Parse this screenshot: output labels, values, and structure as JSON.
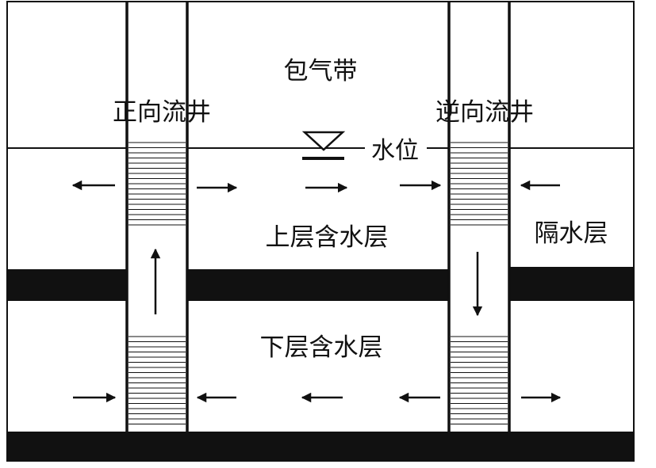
{
  "labels": {
    "vadose_zone": "包气带",
    "forward_well": "正向流井",
    "reverse_well": "逆向流井",
    "water_level": "水位",
    "upper_aquifer": "上层含水层",
    "aquitard": "隔水层",
    "lower_aquifer": "下层含水层"
  },
  "colors": {
    "line": "#111111",
    "layer_fill": "#111111",
    "background": "#ffffff"
  },
  "icons": {
    "water_level_marker": "inverted-triangle-water-table-symbol",
    "flow_arrow": "arrow"
  }
}
